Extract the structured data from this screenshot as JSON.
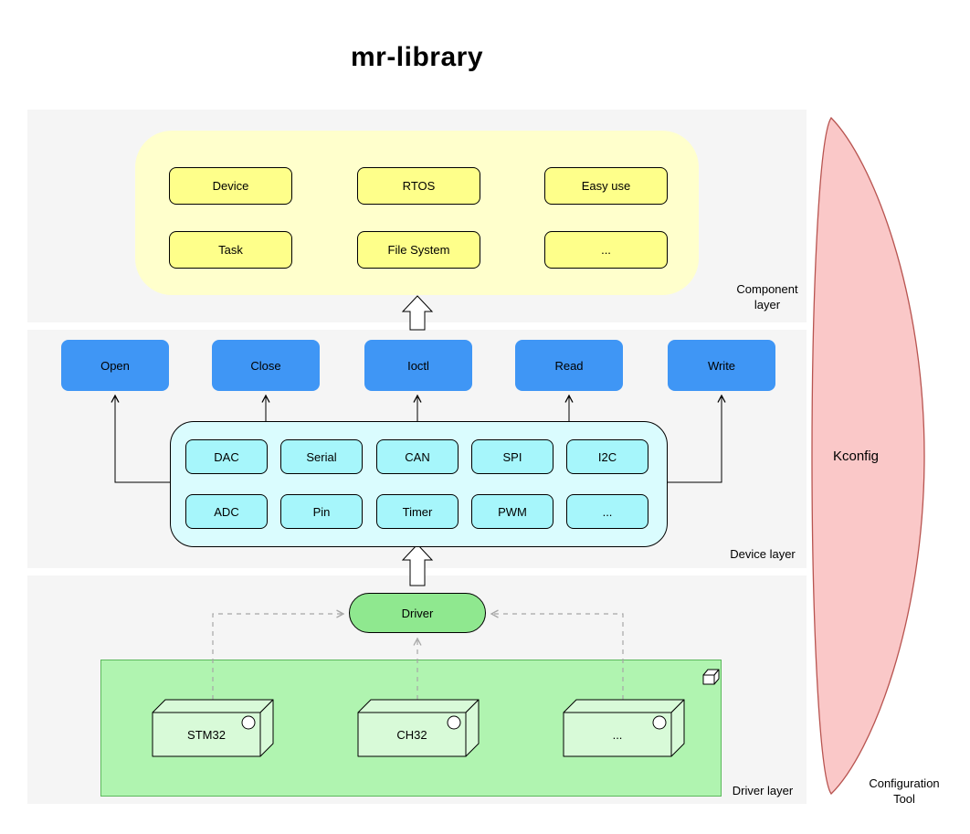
{
  "title": "mr-library",
  "layers": {
    "component": {
      "caption_line1": "Component",
      "caption_line2": "layer",
      "boxes": [
        "Device",
        "RTOS",
        "Easy use",
        "Task",
        "File System",
        "..."
      ]
    },
    "device": {
      "caption": "Device layer",
      "api": [
        "Open",
        "Close",
        "Ioctl",
        "Read",
        "Write"
      ],
      "devices": [
        "DAC",
        "Serial",
        "CAN",
        "SPI",
        "I2C",
        "ADC",
        "Pin",
        "Timer",
        "PWM",
        "..."
      ]
    },
    "driver": {
      "caption": "Driver layer",
      "hub": "Driver",
      "chips": [
        "STM32",
        "CH32",
        "..."
      ]
    }
  },
  "config_tool": {
    "label": "Kconfig",
    "caption_line1": "Configuration",
    "caption_line2": "Tool"
  },
  "colors": {
    "band_background": "#f5f5f5",
    "component_container": "#ffffcc",
    "component_box": "#feff8a",
    "api_box": "#3f96f5",
    "device_container": "#dafcfe",
    "device_box": "#a6f6fb",
    "driver_hub": "#8fe88f",
    "driver_board": "#b0f4b0",
    "driver_board_border": "#5cb85c",
    "chip_fill": "#d8fad8",
    "config_shape_fill": "#fac8c8",
    "config_shape_stroke": "#b85450"
  }
}
